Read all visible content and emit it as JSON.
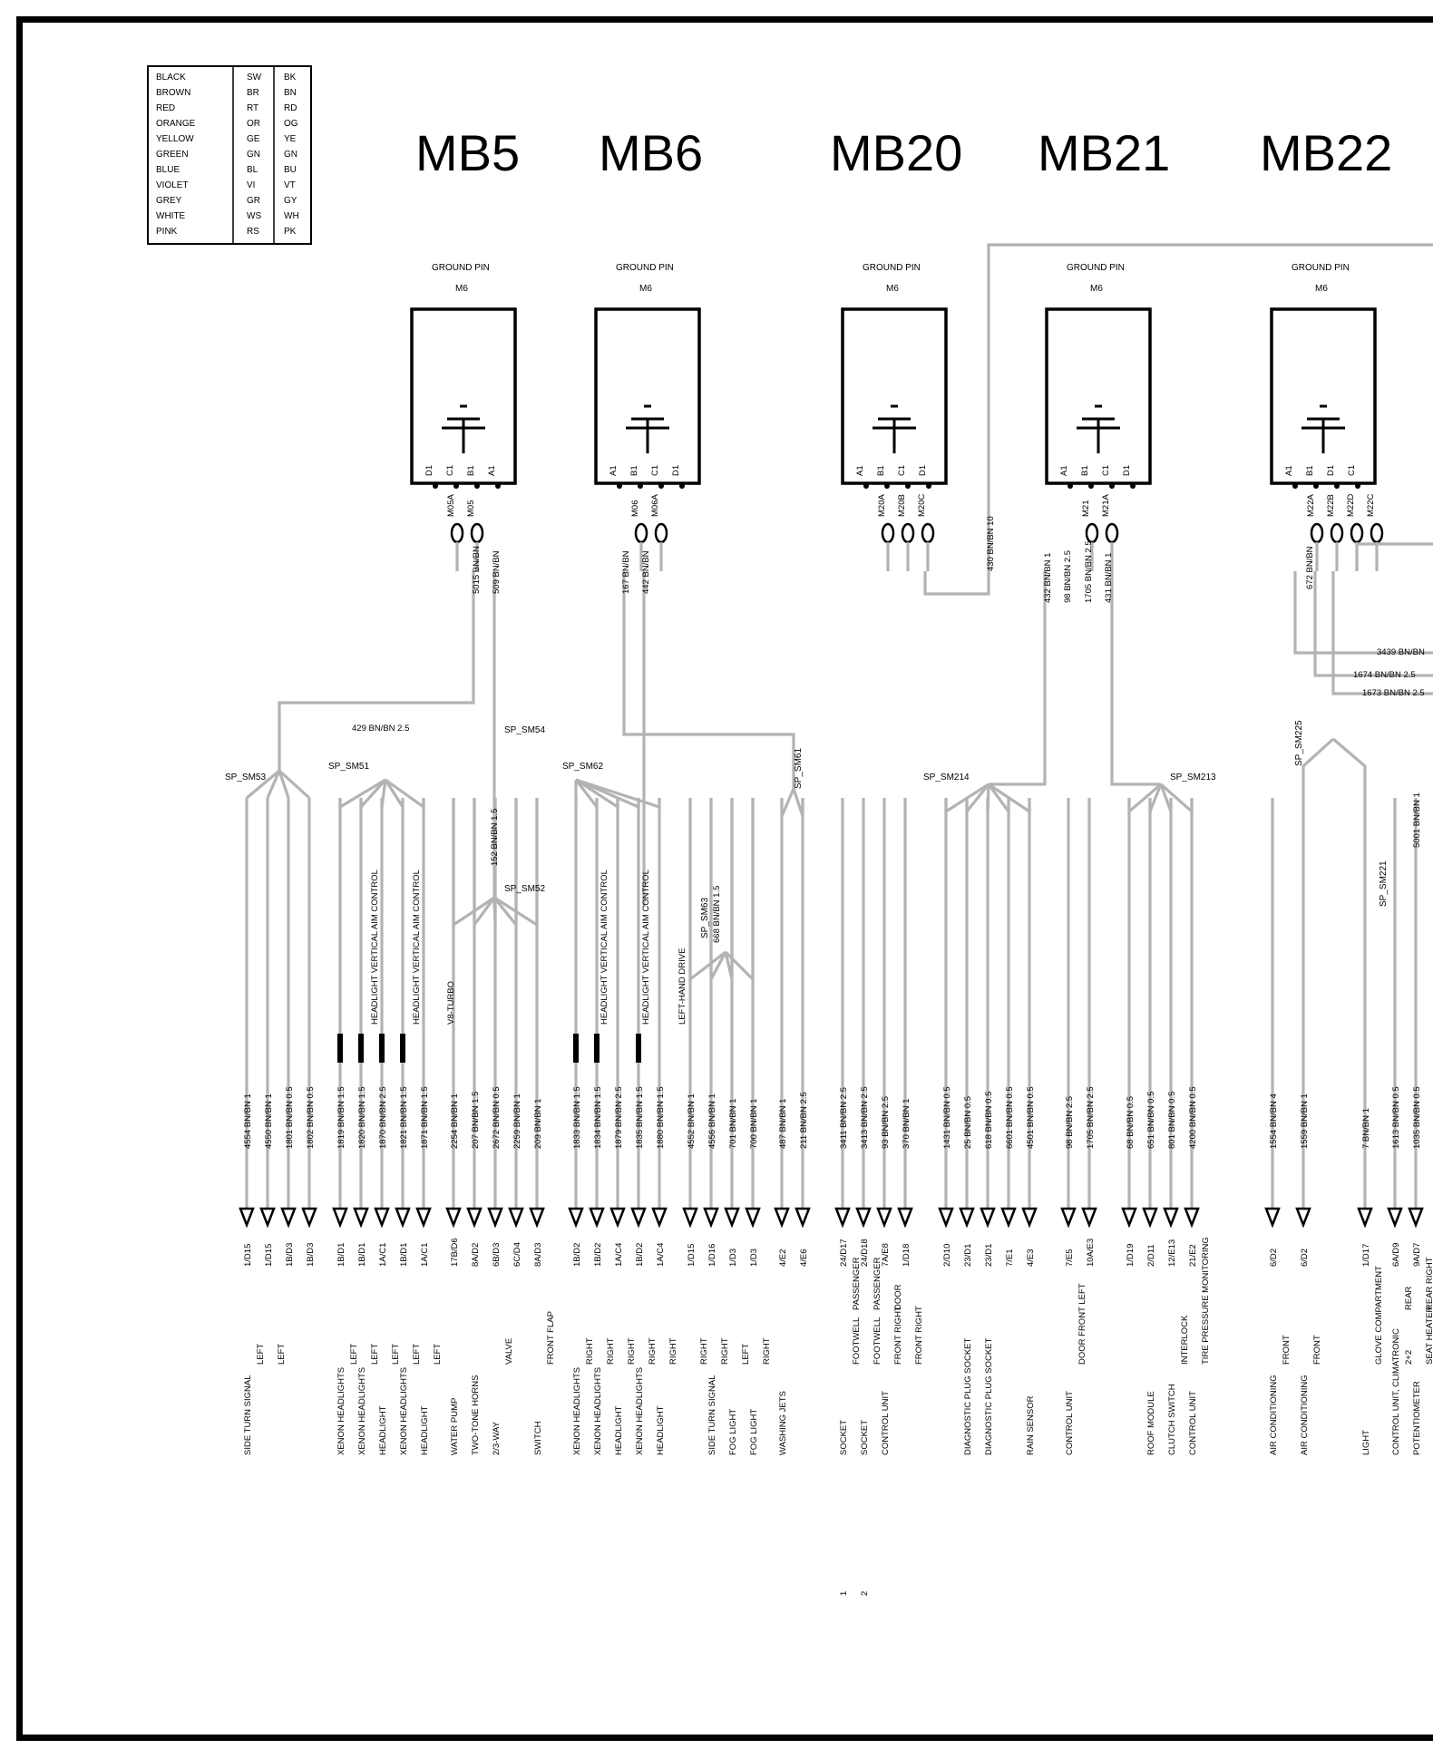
{
  "legend": [
    {
      "name": "BLACK",
      "de": "SW",
      "en": "BK"
    },
    {
      "name": "BROWN",
      "de": "BR",
      "en": "BN"
    },
    {
      "name": "RED",
      "de": "RT",
      "en": "RD"
    },
    {
      "name": "ORANGE",
      "de": "OR",
      "en": "OG"
    },
    {
      "name": "YELLOW",
      "de": "GE",
      "en": "YE"
    },
    {
      "name": "GREEN",
      "de": "GN",
      "en": "GN"
    },
    {
      "name": "BLUE",
      "de": "BL",
      "en": "BU"
    },
    {
      "name": "VIOLET",
      "de": "VI",
      "en": "VT"
    },
    {
      "name": "GREY",
      "de": "GR",
      "en": "GY"
    },
    {
      "name": "WHITE",
      "de": "WS",
      "en": "WH"
    },
    {
      "name": "PINK",
      "de": "RS",
      "en": "PK"
    }
  ],
  "ground_pin_label": "GROUND PIN",
  "ground_pin_size": "M6",
  "blocks": [
    {
      "id": "MB5",
      "pins": [
        "D1",
        "C1",
        "B1",
        "A1"
      ],
      "conns": [
        "M05A",
        "M05"
      ],
      "wires": [
        {
          "w": "4554 BN/BN 1",
          "loc": "1/D15",
          "d1": "SIDE TURN SIGNAL",
          "d2": "LEFT"
        },
        {
          "w": "4550 BN/BN 1",
          "loc": "1/D15",
          "d1": "",
          "d2": "LEFT"
        },
        {
          "w": "1801 BN/BN 0.5",
          "loc": "1B/D3",
          "d1": "",
          "d2": ""
        },
        {
          "w": "1802 BN/BN 0.5",
          "loc": "1B/D3",
          "d1": "",
          "d2": ""
        },
        {
          "w": "1819 BN/BN 1.5",
          "loc": "1B/D1",
          "d1": "XENON HEADLIGHTS",
          "d2": "LEFT"
        },
        {
          "w": "1820 BN/BN 1.5",
          "loc": "1B/D1",
          "d1": "XENON HEADLIGHTS",
          "d2": "LEFT"
        },
        {
          "w": "1870 BN/BN 2.5",
          "loc": "1A/C1",
          "d1": "HEADLIGHT",
          "d2": "LEFT"
        },
        {
          "w": "1821 BN/BN 1.5",
          "loc": "1B/D1",
          "d1": "XENON HEADLIGHTS",
          "d2": "LEFT"
        },
        {
          "w": "1871 BN/BN 1.5",
          "loc": "1A/C1",
          "d1": "HEADLIGHT",
          "d2": "LEFT"
        },
        {
          "w": "2254 BN/BN 1",
          "loc": "17B/D6",
          "d1": "WATER PUMP",
          "d2": ""
        },
        {
          "w": "207 BN/BN 1.5",
          "loc": "8A/D2",
          "d1": "TWO-TONE HORNS",
          "d2": ""
        },
        {
          "w": "2672 BN/BN 0.5",
          "loc": "6B/D3",
          "d1": "2/3-WAY",
          "d2": "VALVE"
        },
        {
          "w": "2259 BN/BN 1",
          "loc": "6C/D4",
          "d1": "",
          "d2": ""
        },
        {
          "w": "209 BN/BN 1",
          "loc": "8A/D3",
          "d1": "SWITCH",
          "d2": "FRONT FLAP"
        }
      ]
    },
    {
      "id": "MB6",
      "pins": [
        "A1",
        "B1",
        "C1",
        "D1"
      ],
      "conns": [
        "M06",
        "M06A"
      ],
      "wires": [
        {
          "w": "1833 BN/BN 1.5",
          "loc": "1B/D2",
          "d1": "XENON HEADLIGHTS",
          "d2": "RIGHT"
        },
        {
          "w": "1834 BN/BN 1.5",
          "loc": "1B/D2",
          "d1": "XENON HEADLIGHTS",
          "d2": "RIGHT"
        },
        {
          "w": "1879 BN/BN 2.5",
          "loc": "1A/C4",
          "d1": "HEADLIGHT",
          "d2": "RIGHT"
        },
        {
          "w": "1835 BN/BN 1.5",
          "loc": "1B/D2",
          "d1": "XENON HEADLIGHTS",
          "d2": "RIGHT"
        },
        {
          "w": "1880 BN/BN 1.5",
          "loc": "1A/C4",
          "d1": "HEADLIGHT",
          "d2": "RIGHT"
        },
        {
          "w": "4552 BN/BN 1",
          "loc": "1/D15",
          "d1": "",
          "d2": "RIGHT"
        },
        {
          "w": "4556 BN/BN 1",
          "loc": "1/D16",
          "d1": "SIDE TURN SIGNAL",
          "d2": "RIGHT"
        },
        {
          "w": "701 BN/BN 1",
          "loc": "1/D3",
          "d1": "FOG LIGHT",
          "d2": "LEFT"
        },
        {
          "w": "700 BN/BN 1",
          "loc": "1/D3",
          "d1": "FOG LIGHT",
          "d2": "RIGHT"
        },
        {
          "w": "487 BN/BN 1",
          "loc": "4/E2",
          "d1": "WASHING JETS",
          "d2": ""
        },
        {
          "w": "211 BN/BN 2.5",
          "loc": "4/E6",
          "d1": "",
          "d2": ""
        }
      ]
    },
    {
      "id": "MB20",
      "pins": [
        "A1",
        "B1",
        "C1",
        "D1"
      ],
      "conns": [
        "M20A",
        "M20B",
        "M20C"
      ],
      "wires": [
        {
          "w": "3411 BN/BN 2.5",
          "loc": "24/D17",
          "d1": "SOCKET",
          "d2": "FOOTWELL",
          "d3": "PASSENGER"
        },
        {
          "w": "3413 BN/BN 2.5",
          "loc": "24/D18",
          "d1": "SOCKET",
          "d2": "FOOTWELL",
          "d3": "PASSENGER"
        },
        {
          "w": "93 BN/BN 2.5",
          "loc": "7A/E8",
          "d1": "CONTROL UNIT",
          "d2": "FRONT RIGHT",
          "d3": "DOOR"
        },
        {
          "w": "370 BN/BN 1",
          "loc": "1/D18",
          "d1": "",
          "d2": "FRONT RIGHT",
          "d3": ""
        }
      ]
    },
    {
      "id": "MB21",
      "pins": [
        "A1",
        "B1",
        "C1",
        "D1"
      ],
      "conns": [
        "M21",
        "M21A"
      ],
      "wires": [
        {
          "w": "1431 BN/BN 0.5",
          "loc": "2/D10",
          "d1": "",
          "d2": ""
        },
        {
          "w": "25 BN/BN 0.5",
          "loc": "23/D1",
          "d1": "DIAGNOSTIC PLUG SOCKET",
          "d2": ""
        },
        {
          "w": "618 BN/BN 0.5",
          "loc": "23/D1",
          "d1": "DIAGNOSTIC PLUG SOCKET",
          "d2": ""
        },
        {
          "w": "6601 BN/BN 0.5",
          "loc": "7/E1",
          "d1": "",
          "d2": ""
        },
        {
          "w": "4501 BN/BN 0.5",
          "loc": "4/E3",
          "d1": "RAIN SENSOR",
          "d2": ""
        },
        {
          "w": "98 BN/BN 2.5",
          "loc": "7/E5",
          "d1": "CONTROL UNIT",
          "d2": "DOOR  FRONT LEFT"
        },
        {
          "w": "1705 BN/BN 2.5",
          "loc": "10A/E3",
          "d1": "",
          "d2": ""
        },
        {
          "w": "68 BN/BN 0.5",
          "loc": "1/D19",
          "d1": "",
          "d2": ""
        },
        {
          "w": "651 BN/BN 0.5",
          "loc": "2/D11",
          "d1": "ROOF MODULE",
          "d2": ""
        },
        {
          "w": "801 BN/BN 0.5",
          "loc": "12/E13",
          "d1": "CLUTCH SWITCH",
          "d2": "INTERLOCK"
        },
        {
          "w": "4200 BN/BN 0.5",
          "loc": "21/E2",
          "d1": "CONTROL UNIT",
          "d2": "TIRE PRESSURE MONITORING"
        }
      ]
    },
    {
      "id": "MB22",
      "pins": [
        "A1",
        "B1",
        "D1",
        "C1"
      ],
      "conns": [
        "M22A",
        "M22B",
        "M22D",
        "M22C"
      ],
      "wires": [
        {
          "w": "1554 BN/BN 4",
          "loc": "6/D2",
          "d1": "AIR CONDITIONING",
          "d2": "FRONT"
        },
        {
          "w": "1559 BN/BN 1",
          "loc": "6/D2",
          "d1": "AIR CONDITIONING",
          "d2": "FRONT"
        },
        {
          "w": "7 BN/BN 1",
          "loc": "1/D17",
          "d1": "LIGHT",
          "d2": "GLOVE COMPARTMENT"
        },
        {
          "w": "1613 BN/BN 0.5",
          "loc": "6A/D9",
          "d1": "CONTROL UNIT, CLIMATRONIC",
          "d2": "2+2",
          "d3": "REAR"
        },
        {
          "w": "1035 BN/BN 0.5",
          "loc": "9A/D7",
          "d1": "POTENTIOMETER",
          "d2": "SEAT HEATER",
          "d3": "REAR RIGHT"
        }
      ]
    }
  ],
  "splices": [
    "SP_SM53",
    "SP_SM51",
    "SP_SM54",
    "SP_SM52",
    "SP_SM62",
    "SP_SM61",
    "SP_SM63",
    "SP_SM214",
    "SP_SM213",
    "SP_SM225",
    "SP_SM221"
  ],
  "trunk_wires": [
    "5015 BN/BN",
    "509 BN/BN",
    "429 BN/BN 2.5",
    "152 BN/BN 1.5",
    "167 BN/BN",
    "442 BN/BN",
    "668 BN/BN 1.5",
    "430 BN/BN 10",
    "432 BN/BN 1",
    "98 BN/BN 2.5",
    "1705 BN/BN 2.5",
    "431 BN/BN 1",
    "672 BN/BN",
    "3439 BN/BN",
    "1674 BN/BN 2.5",
    "1673 BN/BN 2.5",
    "5001 BN/BN 1"
  ],
  "notes": [
    "HEADLIGHT VERTICAL AIM CONTROL",
    "V8-TURBO",
    "LEFT-HAND DRIVE",
    "1",
    "2"
  ]
}
